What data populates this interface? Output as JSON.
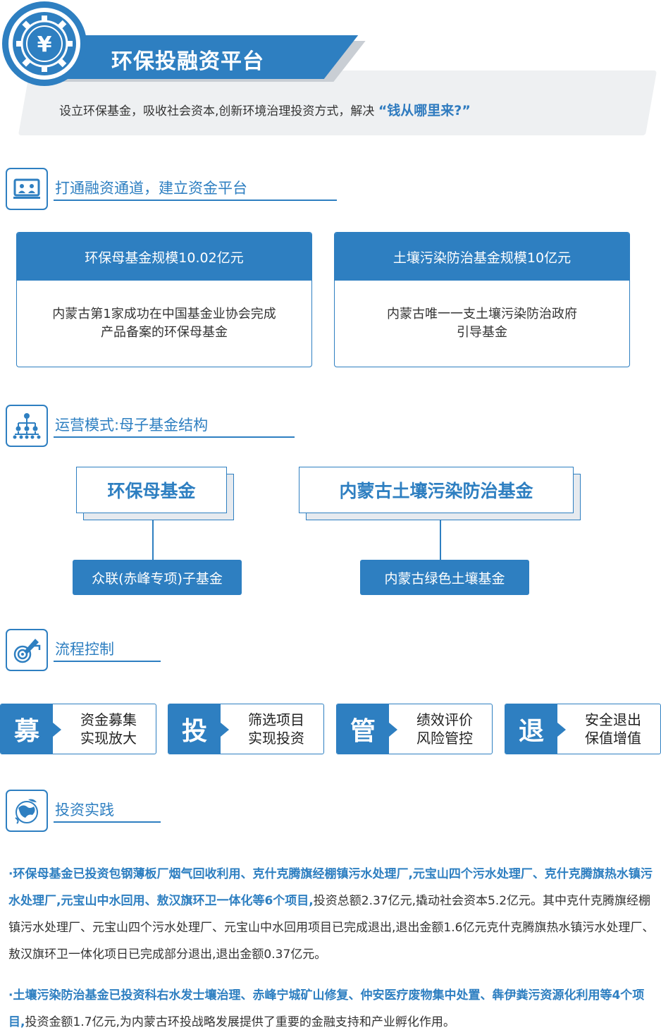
{
  "header": {
    "title": "环保投融资平台",
    "subtitle": "设立环保基金，吸收社会资本,创新环境治理投资方式，解决",
    "quote": "“钱从哪里来?”",
    "logo_symbol": "¥"
  },
  "section1": {
    "title": "打通融资通道，建立资金平台",
    "icon": "meeting-screen-icon",
    "cards": [
      {
        "head": "环保母基金规模10.02亿元",
        "line1": "内蒙古第1家成功在中国基金业协会完成",
        "line2": "产品备案的环保母基金"
      },
      {
        "head": "土壤污染防治基金规模10亿元",
        "line1": "内蒙古唯一一支土壤污染防治政府",
        "line2": "引导基金"
      }
    ]
  },
  "section2": {
    "title": "运营模式:母子基金结构",
    "icon": "org-chart-icon",
    "parents": [
      "环保母基金",
      "内蒙古土壤污染防治基金"
    ],
    "children": [
      "众联(赤峰专项)子基金",
      "内蒙古绿色土壤基金"
    ]
  },
  "section3": {
    "title": "流程控制",
    "icon": "target-pen-icon",
    "steps": [
      {
        "char": "募",
        "line1": "资金募集",
        "line2": "实现放大"
      },
      {
        "char": "投",
        "line1": "筛选项目",
        "line2": "实现投资"
      },
      {
        "char": "管",
        "line1": "绩效评价",
        "line2": "风险管控"
      },
      {
        "char": "退",
        "line1": "安全退出",
        "line2": "保值增值"
      }
    ]
  },
  "section4": {
    "title": "投资实践",
    "icon": "globe-icon",
    "para1_bold": "·环保母基金已投资包钢薄板厂烟气回收利用、克什克腾旗经棚镇污水处理厂,元宝山四个污水处理厂、克什克腾旗热水镇污水处理厂,元宝山中水回用、敖汉旗环卫一体化等6个项目,",
    "para1_text": "投资总额2.37亿元,撬动社会资本5.2亿元。其中克什克腾旗经棚镇污水处理厂、元宝山四个污水处理厂、元宝山中水回用项目已完成退出,退出金额1.6亿元克什克腾旗热水镇污水处理厂、敖汉旗环卫一体化项日已完成部分退出,退出金额0.37亿元。",
    "para2_bold": "·土壤污染防治基金已投资科右水发士壤治理、赤峰宁城矿山修复、仲安医疗废物集中处置、犇伊粪污资源化利用等4个项目,",
    "para2_text": "投资金额1.7亿元,为内蒙古环投战略发展提供了重要的金融支持和产业孵化作用。"
  },
  "colors": {
    "brand": "#2e7fc1",
    "sub_bg": "#eef0f2",
    "text": "#333333"
  }
}
